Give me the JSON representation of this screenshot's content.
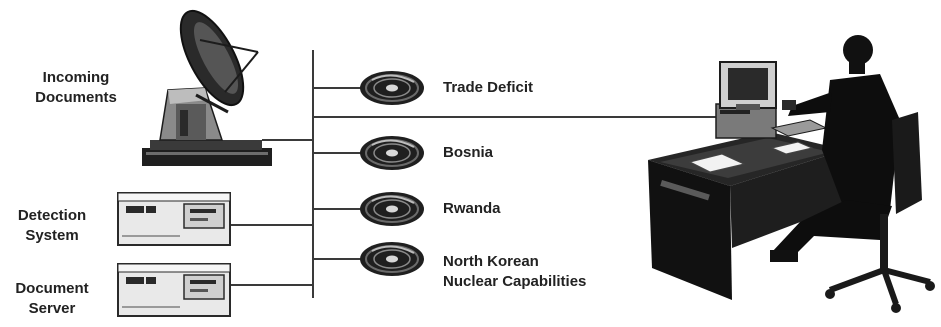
{
  "sources": {
    "incoming_documents": [
      "Incoming",
      "Documents"
    ],
    "detection_system": [
      "Detection",
      "System"
    ],
    "document_server": [
      "Document",
      "Server"
    ]
  },
  "topics": [
    {
      "lines": [
        "Trade Deficit"
      ]
    },
    {
      "lines": [
        "Bosnia"
      ]
    },
    {
      "lines": [
        "Rwanda"
      ]
    },
    {
      "lines": [
        "North Korean",
        "Nuclear Capabilities"
      ]
    }
  ],
  "colors": {
    "ink": "#222222",
    "line": "#3a3a3a",
    "dark": "#1c1c1c",
    "mid": "#7a7a7a",
    "light": "#cfcfcf"
  }
}
